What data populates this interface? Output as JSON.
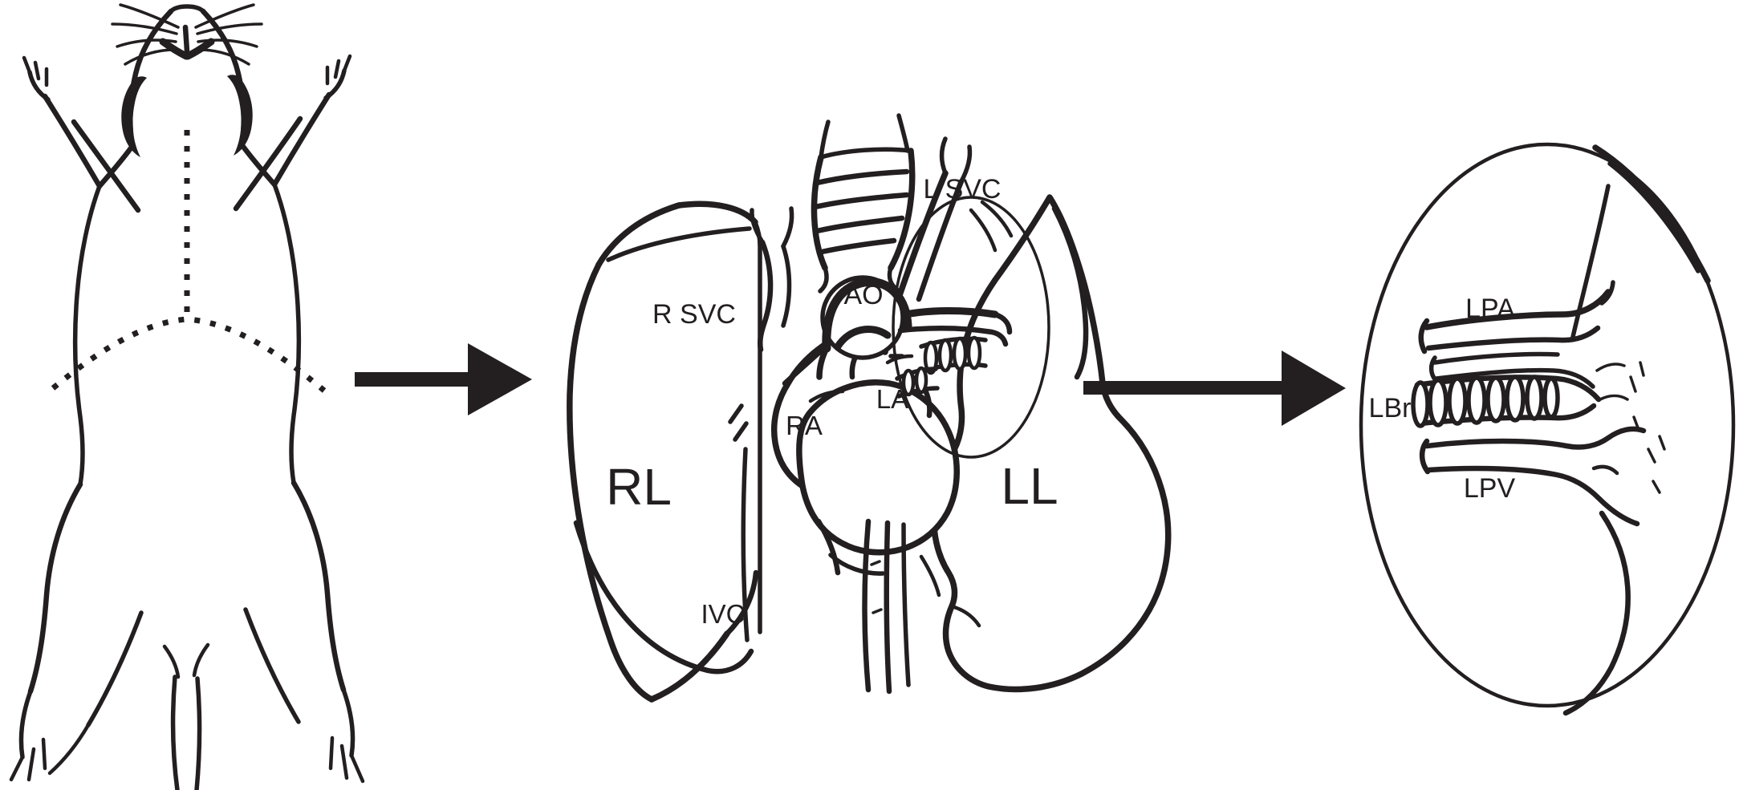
{
  "colors": {
    "ink": "#231f20",
    "background": "#ffffff"
  },
  "thorax": {
    "labels": {
      "l_svc": "L SVC",
      "r_svc": "R SVC",
      "ao": "AO",
      "la": "LA",
      "ra": "RA",
      "right_lung": "RL",
      "left_lung": "LL",
      "ivc": "IVC"
    }
  },
  "hilum": {
    "labels": {
      "lpa": "LPA",
      "lbr": "LBr",
      "lpv": "LPV"
    }
  }
}
